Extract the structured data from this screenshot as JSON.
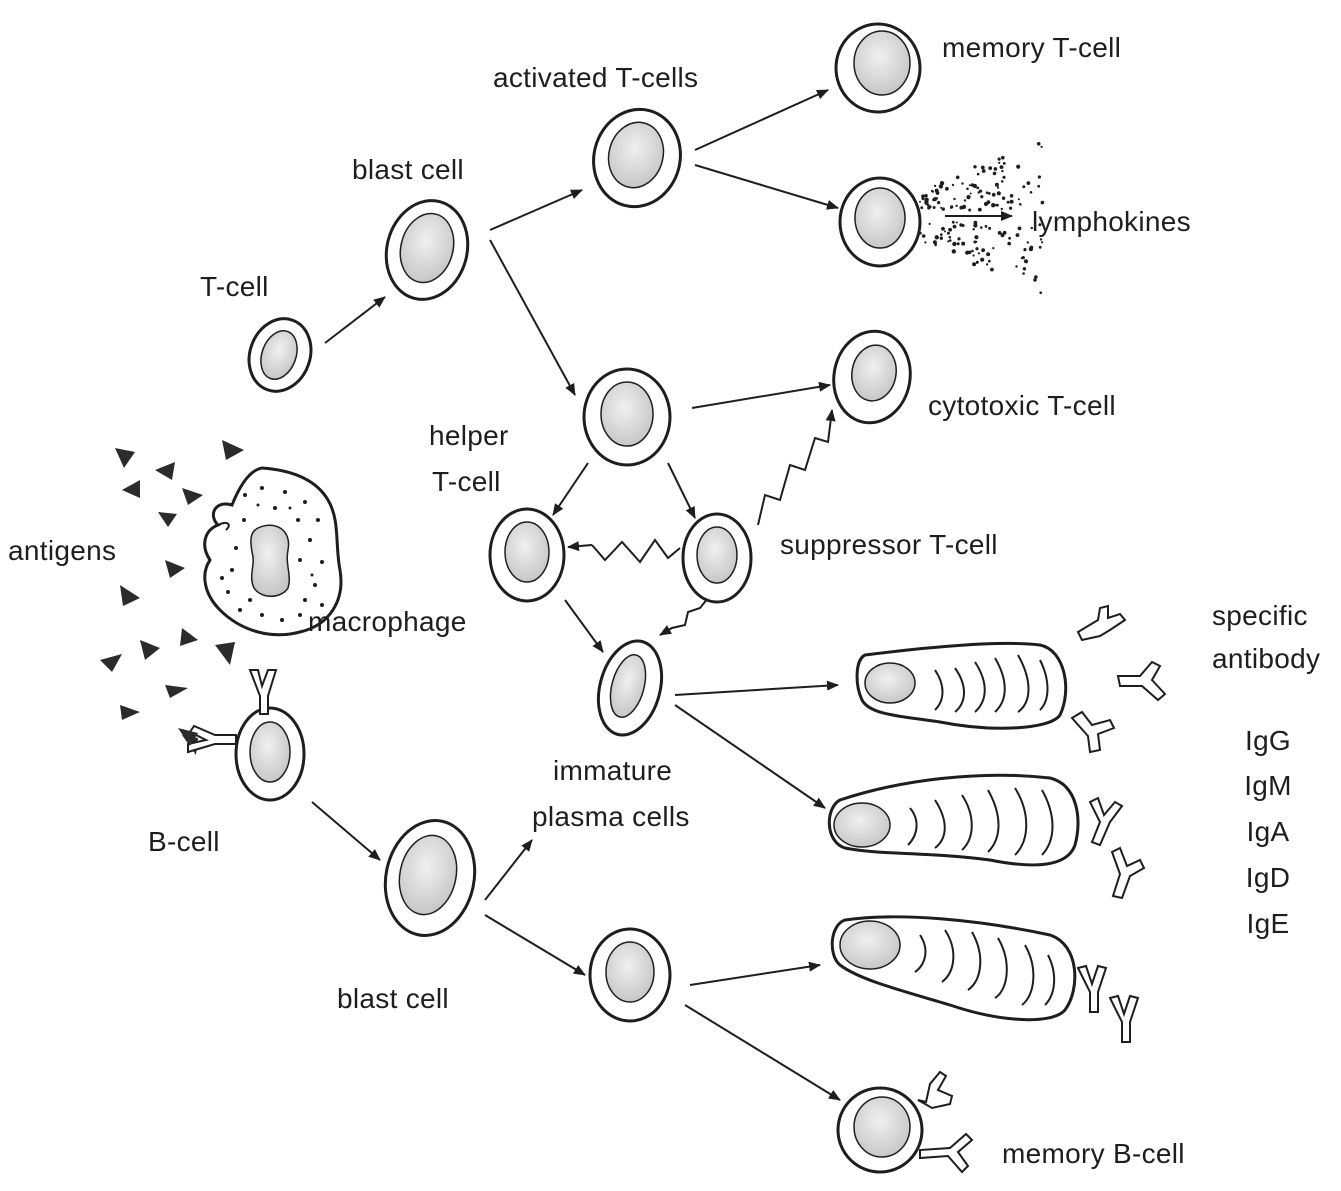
{
  "labels": {
    "activated_t_cells": "activated T-cells",
    "memory_t_cell": "memory T-cell",
    "blast_cell_t": "blast cell",
    "lymphokines": "lymphokines",
    "t_cell": "T-cell",
    "cytotoxic_t_cell": "cytotoxic T-cell",
    "helper": "helper",
    "t_cell_helper": "T-cell",
    "antigens": "antigens",
    "suppressor_t_cell": "suppressor T-cell",
    "macrophage": "macrophage",
    "specific": "specific",
    "antibody": "antibody",
    "immature": "immature",
    "plasma_cells": "plasma cells",
    "b_cell": "B-cell",
    "blast_cell_b": "blast cell",
    "memory_b_cell": "memory B-cell",
    "ig_classes": [
      "IgG",
      "IgM",
      "IgA",
      "IgD",
      "IgE"
    ]
  },
  "colors": {
    "ink": "#1e1e1e",
    "cell_fill": "#ffffff",
    "nucleus_fill": "#dcdcdc",
    "antigen": "#2b2b2b"
  }
}
